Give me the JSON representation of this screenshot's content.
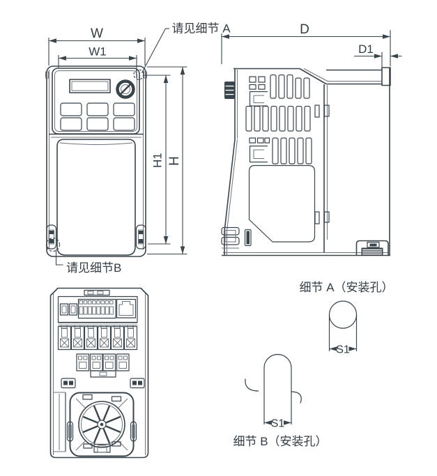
{
  "page": {
    "background": "#ffffff",
    "line_color": "#3a444b",
    "text_color": "#333d44"
  },
  "front_view": {
    "dim_width": "W",
    "dim_width_inner": "W1",
    "dim_height": "H",
    "dim_height_inner": "H1",
    "callout_top": "请见细节 A",
    "callout_bottom": "请见细节B"
  },
  "side_view": {
    "dim_depth": "D",
    "dim_depth_flange": "D1"
  },
  "detail_a": {
    "title": "细节 A（安装孔）",
    "dim_slot": "S1"
  },
  "detail_b": {
    "title": "细节 B（安装孔）",
    "dim_slot": "S1"
  }
}
